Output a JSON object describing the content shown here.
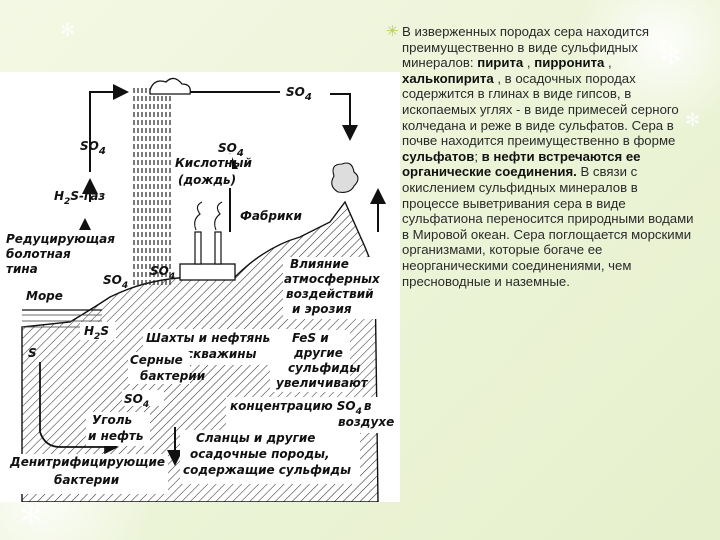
{
  "diagram": {
    "so4_top": "SO",
    "so4_left": "SO",
    "so4_mid": "SO",
    "sub4": "4",
    "h2s_gas_a": "H",
    "h2s_gas_sub": "2",
    "h2s_gas_b": "S-газ",
    "acid_rain_1": "Кислотный",
    "acid_rain_2": "(дождь)",
    "factories": "Фабрики",
    "reducing_mud_1": "Редуцирующая",
    "reducing_mud_2": "болотная",
    "reducing_mud_3": "тина",
    "sea": "Море",
    "so4_swamp": "SO",
    "so4_plant": "SO",
    "atmo_1": "Влияние",
    "atmo_2": "атмосферных",
    "atmo_3": "воздействий",
    "atmo_4": "и эрозия",
    "h2s_water_a": "H",
    "h2s_water_sub": "2",
    "h2s_water_b": "S",
    "s_label": "S",
    "mines_1": "Шахты и нефтяные",
    "mines_2": "скважины",
    "fes_1": "FeS и",
    "fes_2": "другие",
    "fes_3": "сульфиды",
    "fes_4": "увеличивают",
    "sulfur_bact_1": "Серные",
    "sulfur_bact_2": "бактерии",
    "so4_deep": "SO",
    "concentration": "концентрацию SO",
    "conc_suffix": "в",
    "air": "воздухе",
    "coal_1": "Уголь",
    "coal_2": "и нефть",
    "shale_1": "Сланцы и другие",
    "shale_2": "осадочные породы,",
    "shale_3": "содержащие сульфиды",
    "denit_1": "Денитрифицирующие",
    "denit_2": "бактерии"
  },
  "text": {
    "p1": "В изверженных породах сера находится преимущественно в виде сульфидных минералов: ",
    "b1": "пирита",
    "p2": " , ",
    "b2": "пирронита",
    "p3": " , ",
    "b3": "халькопирита",
    "p4": " , в осадочных породах содержится в глинах в виде гипсов, в ископаемых углях - в виде примесей серного колчедана и реже в виде сульфатов. Сера в почве находится преимущественно в форме ",
    "b4": "сульфатов",
    "p5": "; ",
    "b5": "в нефти встречаются ее органические соединения.",
    "p6": " В связи с окислением сульфидных минералов в процессе выветривания сера в виде сульфатиона переносится природными водами в Мировой океан. Сера поглощается морскими организмами, которые богаче ее неорганическими соединениями, чем пресноводные и наземные."
  }
}
